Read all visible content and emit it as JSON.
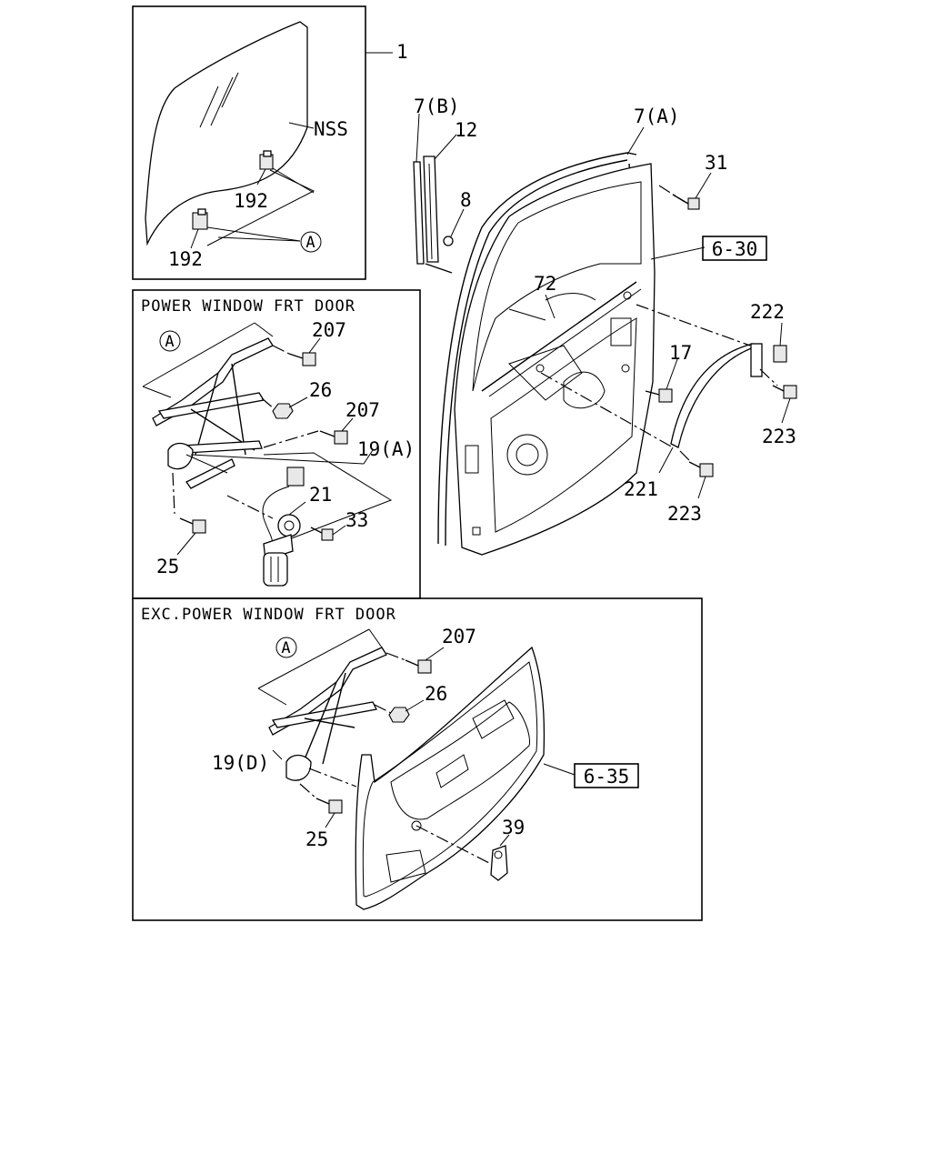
{
  "captions": {
    "power": "POWER WINDOW FRT DOOR",
    "exc": "EXC.POWER WINDOW FRT DOOR"
  },
  "circle_ref": "A",
  "labels": {
    "p1": "1",
    "nss": "NSS",
    "p192a": "192",
    "p192b": "192",
    "p7b": "7(B)",
    "p12": "12",
    "p7a": "7(A)",
    "p31": "31",
    "p8": "8",
    "ref630": "6-30",
    "p72": "72",
    "p222": "222",
    "p17": "17",
    "p223a": "223",
    "p221": "221",
    "p223b": "223",
    "p207a": "207",
    "p26a": "26",
    "p207b": "207",
    "p19a": "19(A)",
    "p21": "21",
    "p33": "33",
    "p25a": "25",
    "p207c": "207",
    "p26b": "26",
    "p19d": "19(D)",
    "ref635": "6-35",
    "p39": "39",
    "p25b": "25"
  }
}
